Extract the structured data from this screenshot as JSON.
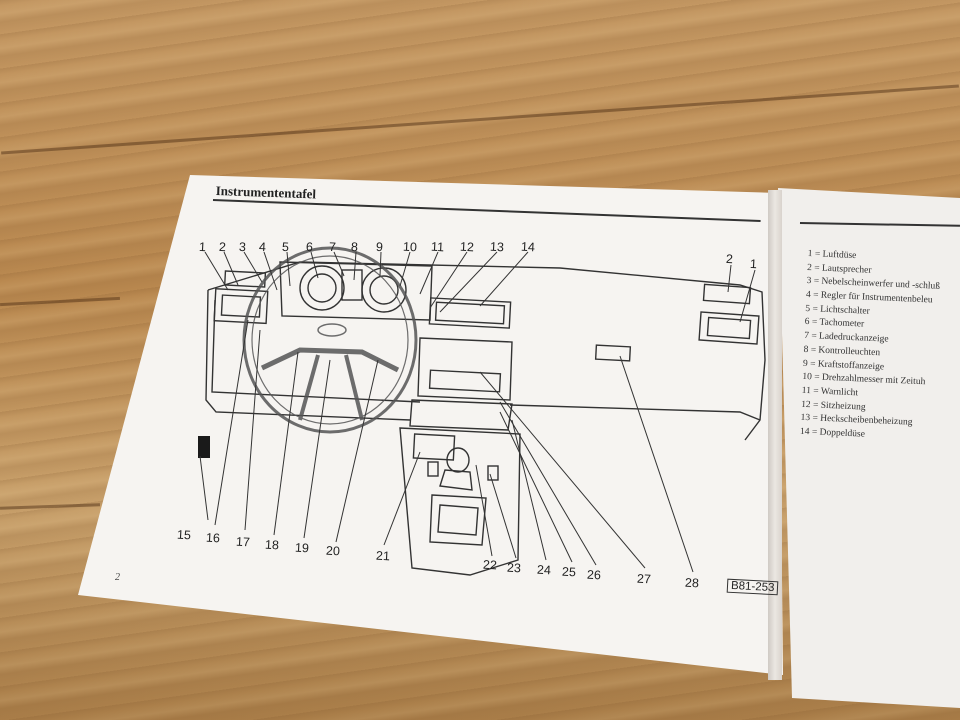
{
  "manual": {
    "title": "Instrumententafel",
    "page_number": "2",
    "figure_code": "B81-253",
    "callouts_top": [
      "1",
      "2",
      "3",
      "4",
      "5",
      "6",
      "7",
      "8",
      "9",
      "10",
      "11",
      "12",
      "13",
      "14"
    ],
    "callouts_right": [
      "2",
      "1"
    ],
    "callouts_bottom": [
      "15",
      "16",
      "17",
      "18",
      "19",
      "20",
      "21",
      "22",
      "23",
      "24",
      "25",
      "26",
      "27",
      "28"
    ],
    "legend": [
      "1 = Luftdüse",
      "2 = Lautsprecher",
      "3 = Nebelscheinwerfer und -schluß",
      "4 = Regler für Instrumentenbeleu",
      "5 = Lichtschalter",
      "6 = Tachometer",
      "7 = Ladedruckanzeige",
      "8 = Kontrolleuchten",
      "9 = Kraftstoffanzeige",
      "10 = Drehzahlmesser mit Zeituh",
      "11 = Warnlicht",
      "12 = Sitzheizung",
      "13 = Heckscheibenbeheizung",
      "14 = Doppeldüse"
    ]
  },
  "colors": {
    "wood": "#b98d57",
    "paper": "#f6f4f1",
    "ink": "#222222"
  }
}
